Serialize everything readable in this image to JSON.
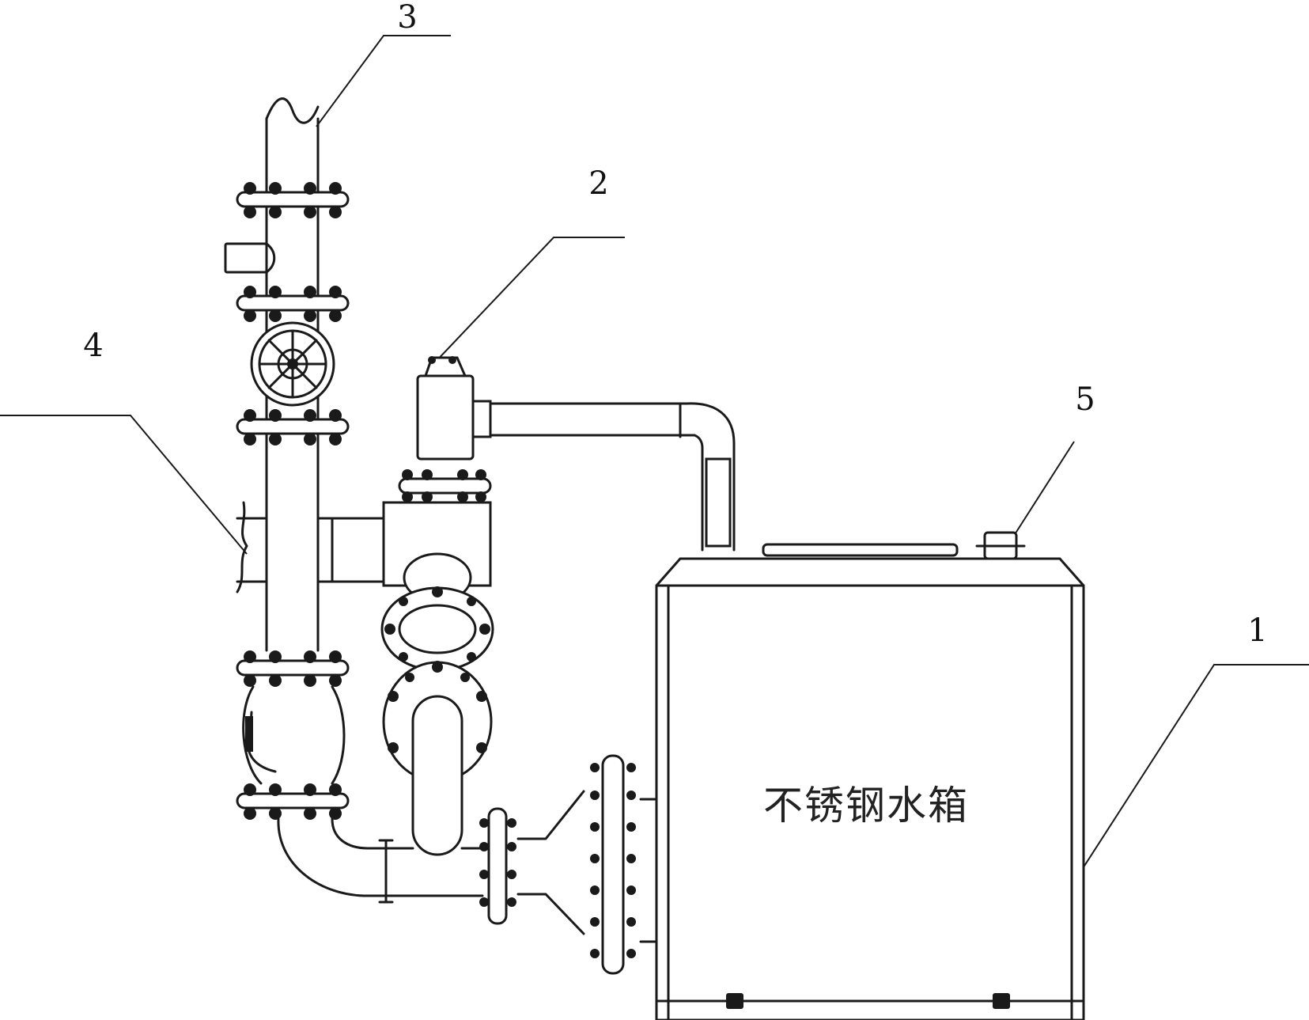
{
  "labels": {
    "tank": "1",
    "exhaust_valve": "2",
    "outlet_pipe": "3",
    "inlet_pipe": "4",
    "top_fitting": "5"
  },
  "tank_text": "不锈钢水箱",
  "colors": {
    "line": "#1a1a1a",
    "background": "#ffffff"
  }
}
